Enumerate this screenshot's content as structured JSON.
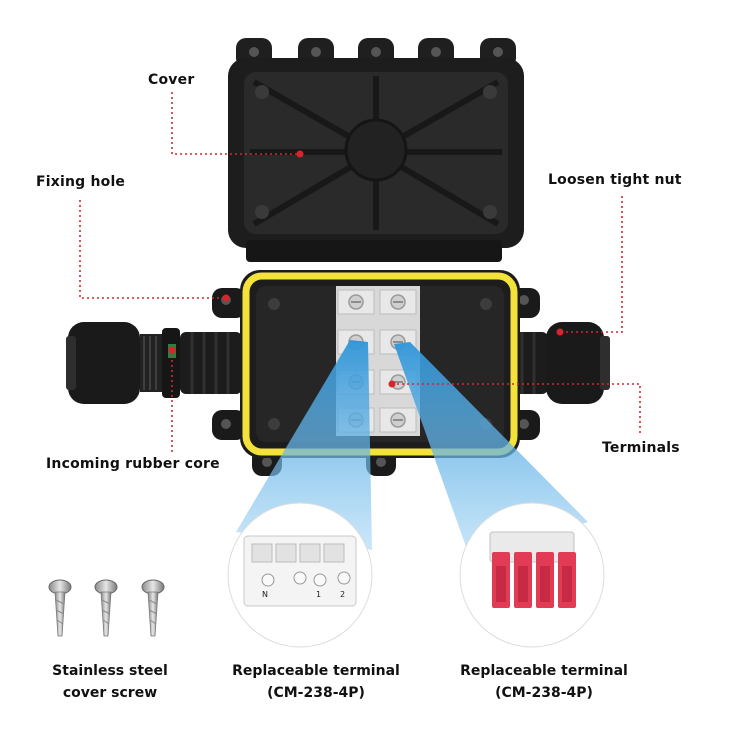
{
  "labels": {
    "cover": "Cover",
    "fixing_hole": "Fixing hole",
    "loosen_tight_nut": "Loosen tight nut",
    "incoming_rubber_core": "Incoming rubber core",
    "terminals": "Terminals"
  },
  "captions": {
    "screw_line1": "Stainless steel",
    "screw_line2": "cover screw",
    "terminal_a_line1": "Replaceable terminal",
    "terminal_a_line2": "(CM-238-4P)",
    "terminal_b_line1": "Replaceable terminal",
    "terminal_b_line2": "(CM-238-4P)"
  },
  "terminal_marks": [
    "N",
    "1",
    "2"
  ],
  "colors": {
    "box_black": "#1a1a1a",
    "gasket_yellow": "#f2e23a",
    "callout_red": "#d6262b",
    "beam_blue": "#4aa8e0",
    "terminal_red": "#e23b55",
    "terminal_white": "#f4f4f4"
  }
}
